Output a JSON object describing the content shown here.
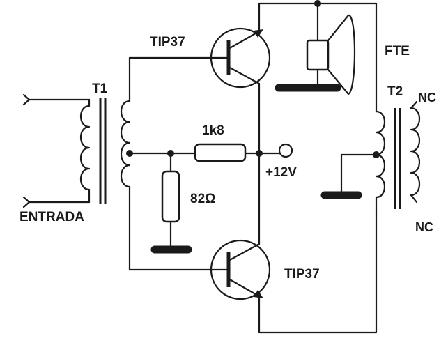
{
  "labels": {
    "q1": "TIP37",
    "q2": "TIP37",
    "t1": "T1",
    "t2": "T2",
    "speaker": "FTE",
    "input": "ENTRADA",
    "r_series": "1k8",
    "r_shunt": "82Ω",
    "supply": "+12V",
    "nc_top": "NC",
    "nc_bottom": "NC"
  }
}
